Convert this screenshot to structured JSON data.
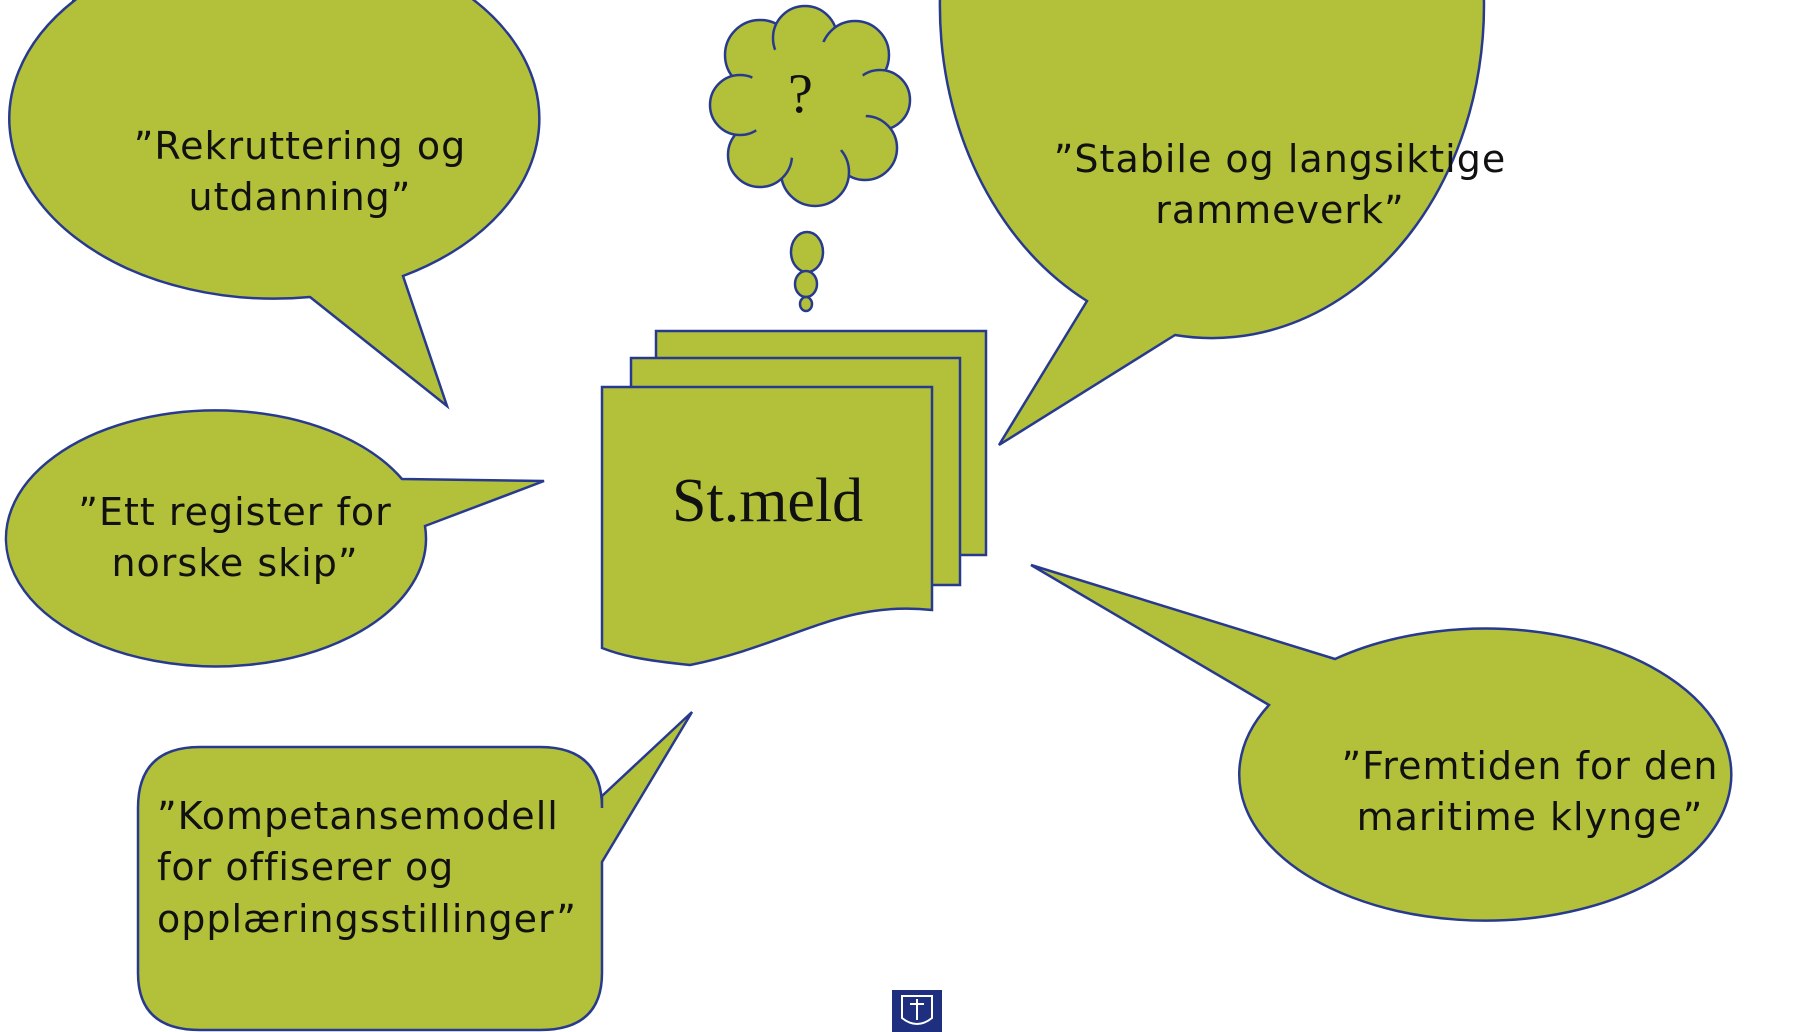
{
  "colors": {
    "fill": "#B3C13A",
    "stroke": "#283A8E",
    "text": "#111111",
    "corner_mark": "#1F2F80"
  },
  "thought": {
    "text": "?"
  },
  "document": {
    "label": "St.meld"
  },
  "bubbles": {
    "recruitment": {
      "line1": "”Rekruttering og",
      "line2": "utdanning”"
    },
    "framework": {
      "line1": "”Stabile og langsiktige",
      "line2": "rammeverk”"
    },
    "register": {
      "line1": "”Ett register for",
      "line2": "norske skip”"
    },
    "future": {
      "line1": "”Fremtiden for den",
      "line2": "maritime klynge”"
    },
    "competence": {
      "line1": "”Kompetansemodell",
      "line2": "for offiserer og",
      "line3": "opplæringsstillinger”"
    }
  },
  "icons": {
    "corner": "corner-mark-icon",
    "coat_of_arms": "coat-of-arms-icon"
  }
}
